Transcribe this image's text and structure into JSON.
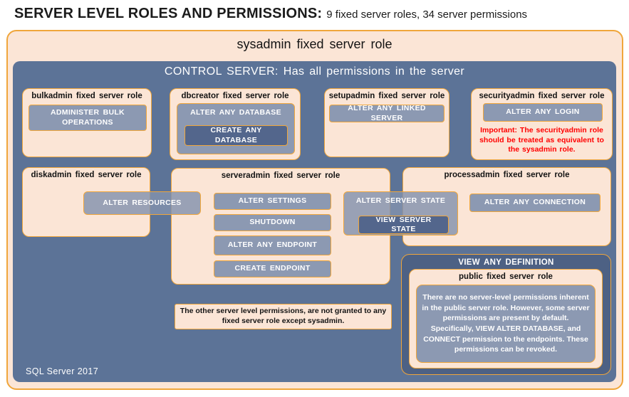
{
  "title": {
    "main": "SERVER LEVEL ROLES AND PERMISSIONS:",
    "sub": "9 fixed server roles, 34 server permissions"
  },
  "sysadmin": {
    "heading": "sysadmin fixed server role"
  },
  "control": {
    "heading": "CONTROL SERVER: Has all permissions in the server"
  },
  "roles": {
    "bulkadmin": {
      "title": "bulkadmin fixed server role",
      "permissions": [
        "ADMINISTER BULK OPERATIONS"
      ]
    },
    "dbcreator": {
      "title": "dbcreator fixed server role",
      "outer_permission": "ALTER ANY DATABASE",
      "nested_permission": "CREATE ANY DATABASE"
    },
    "setupadmin": {
      "title": "setupadmin fixed server role",
      "permissions": [
        "ALTER ANY LINKED SERVER"
      ]
    },
    "securityadmin": {
      "title": "securityadmin fixed server role",
      "permissions": [
        "ALTER ANY LOGIN"
      ],
      "note": "Important: The securityadmin role should be treated as equivalent to the sysadmin role."
    },
    "diskadmin": {
      "title": "diskadmin fixed server role",
      "bridge_permission": "ALTER RESOURCES"
    },
    "serveradmin": {
      "title": "serveradmin fixed server role",
      "permissions": [
        "ALTER SETTINGS",
        "SHUTDOWN",
        "ALTER ANY ENDPOINT",
        "CREATE ENDPOINT"
      ],
      "bridge_outer_permission": "ALTER SERVER STATE",
      "bridge_nested_permission": "VIEW SERVER STATE"
    },
    "processadmin": {
      "title": "processadmin fixed server role",
      "permissions": [
        "ALTER ANY CONNECTION"
      ]
    },
    "public": {
      "container_permission": "VIEW ANY DEFINITION",
      "title": "public fixed server role",
      "description": "There are no server-level permissions inherent in the public server role. However, some server permissions are present by default. Specifically, VIEW ALTER DATABASE, and CONNECT permission to the endpoints. These permissions can be revoked."
    }
  },
  "notes": {
    "other_permissions": "The other server level permissions, are not granted to any fixed server role except sysadmin."
  },
  "footer": {
    "version": "SQL Server 2017"
  },
  "colors": {
    "peach": "#FBE5D6",
    "gold_border": "#F0A63B",
    "control_blue": "#5C7397",
    "permission_gray": "#8C99B2",
    "permission_dark": "#53668C",
    "definition_blue": "#4D6184",
    "important_red": "#FF0000"
  }
}
